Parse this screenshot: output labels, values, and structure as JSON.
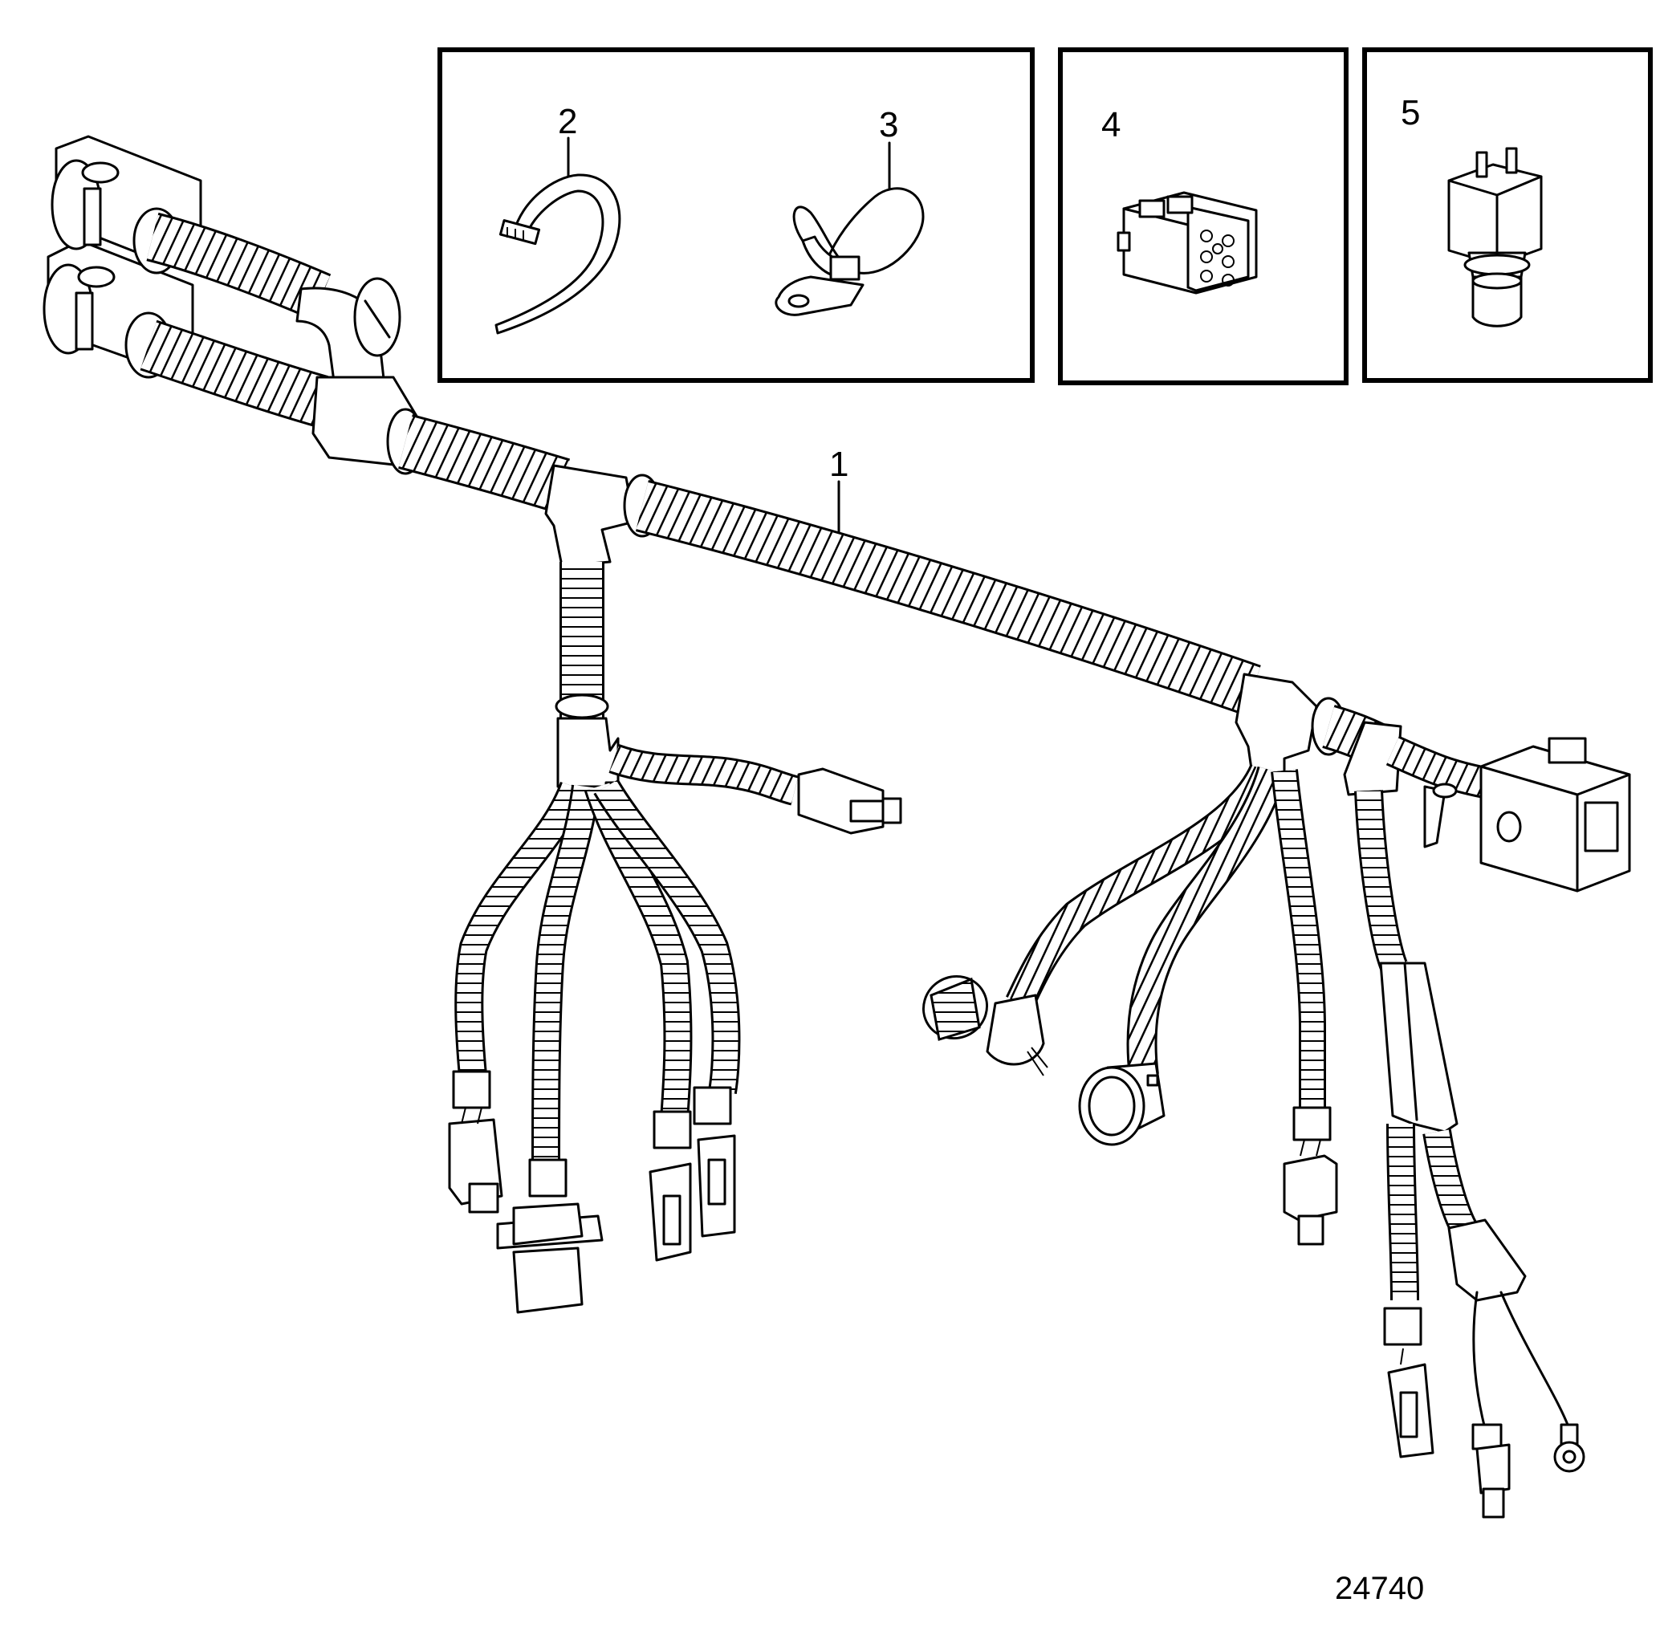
{
  "callouts": {
    "c1": "1",
    "c2": "2",
    "c3": "3",
    "c4": "4",
    "c5": "5"
  },
  "figure_code": "24740",
  "colors": {
    "line": "#000000",
    "background": "#ffffff"
  }
}
